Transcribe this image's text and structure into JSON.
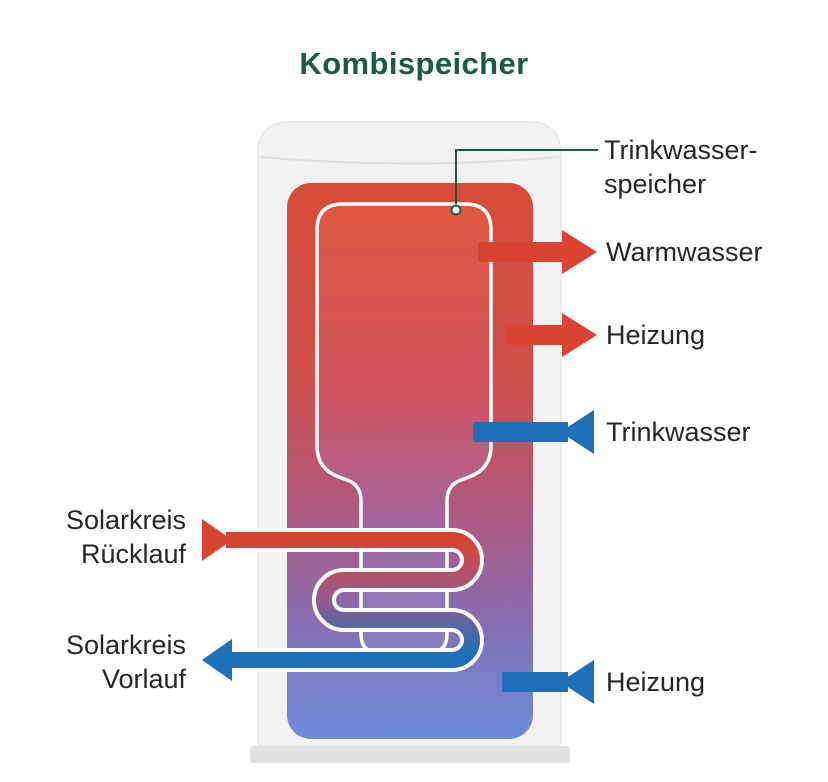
{
  "title": "Kombispeicher",
  "diagram": {
    "tank_label": {
      "line1": "Trinkwasser-",
      "line2": "speicher"
    },
    "connections_right": [
      {
        "label": "Warmwasser",
        "color": "#d8442f",
        "direction": "out-right"
      },
      {
        "label": "Heizung",
        "color": "#d8442f",
        "direction": "out-right"
      },
      {
        "label": "Trinkwasser",
        "color": "#1c6fb8",
        "direction": "in-left"
      },
      {
        "label": "Heizung",
        "color": "#1c6fb8",
        "direction": "in-left"
      }
    ],
    "connections_left": [
      {
        "line1": "Solarkreis",
        "line2": "Rücklauf",
        "color": "#d8442f",
        "direction": "in-right"
      },
      {
        "line1": "Solarkreis",
        "line2": "Vorlauf",
        "color": "#1c6fb8",
        "direction": "out-left"
      }
    ]
  },
  "colors": {
    "title_green": "#1a5c43",
    "hot_red": "#d8442f",
    "cold_blue": "#1c6fb8",
    "gradient_top": "#d84b37",
    "gradient_bottom": "#6d8bd8",
    "shell_gray": "#f2f2f2",
    "text": "#262626"
  }
}
